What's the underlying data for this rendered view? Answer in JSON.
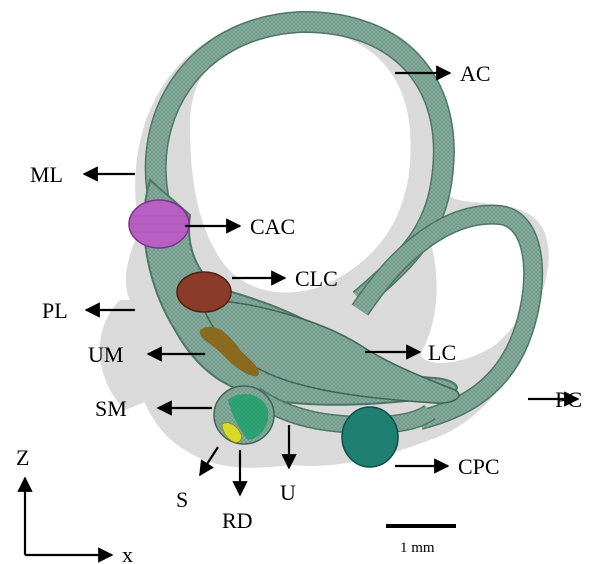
{
  "labels": {
    "AC": "AC",
    "ML": "ML",
    "CAC": "CAC",
    "CLC": "CLC",
    "PL": "PL",
    "UM": "UM",
    "LC": "LC",
    "SM": "SM",
    "PC": "PC",
    "S": "S",
    "RD": "RD",
    "U": "U",
    "CPC": "CPC"
  },
  "axes": {
    "z": "Z",
    "x": "x"
  },
  "scale_bar": {
    "label": "1 mm"
  },
  "colors": {
    "mesh": "#7fa89a",
    "halo": "#d9d9d9",
    "cac": "#b85fc4",
    "clc": "#8a3b2a",
    "cpc": "#1f7f72",
    "saccule": "#1fa06a",
    "rd": "#d8d82a",
    "um": "#8a6a1e"
  }
}
